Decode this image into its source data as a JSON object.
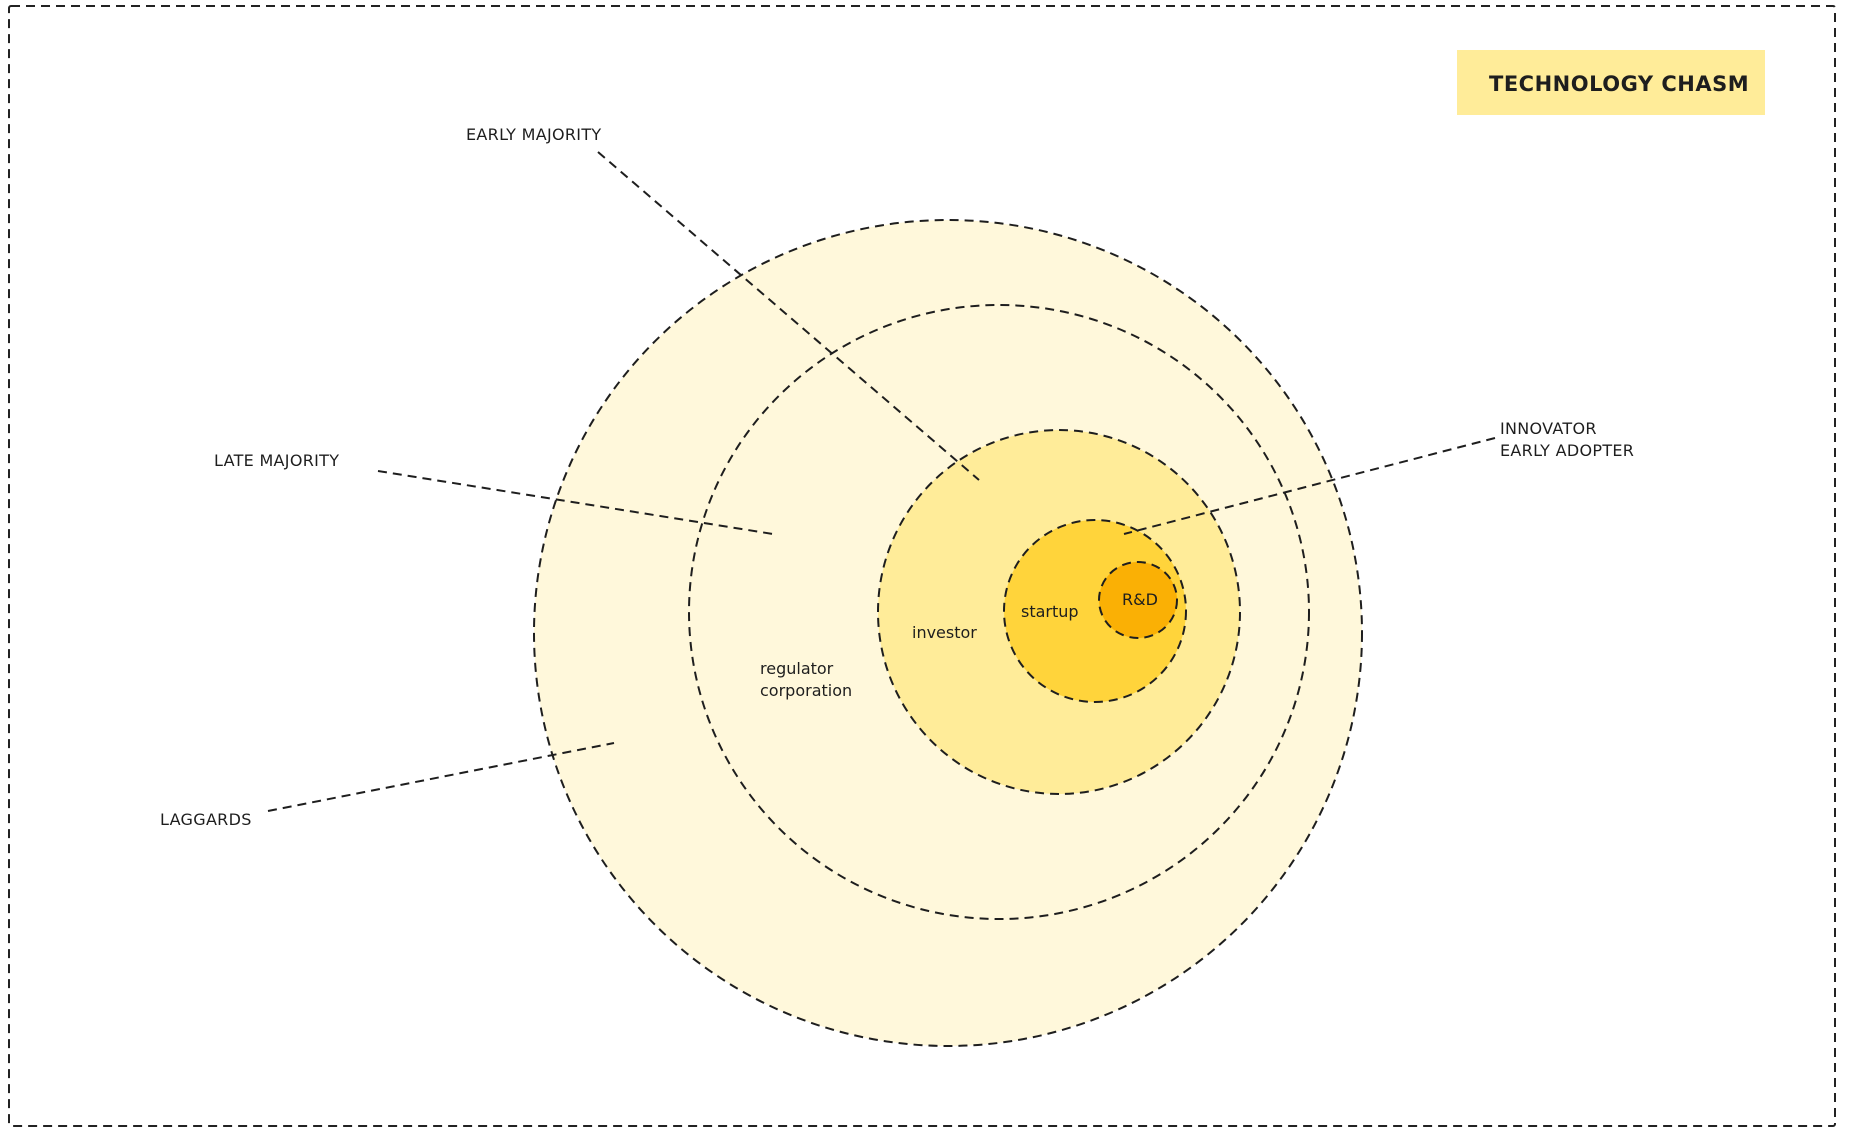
{
  "title": "TECHNOLOGY CHASM",
  "segments": {
    "laggards": "LAGGARDS",
    "late_majority": "LATE MAJORITY",
    "early_majority": "EARLY MAJORITY",
    "innovator": "INNOVATOR",
    "early_adopter": "EARLY ADOPTER"
  },
  "rings": {
    "regulator": "regulator",
    "corporation": "corporation",
    "investor": "investor",
    "startup": "startup",
    "rnd": "R&D"
  },
  "colors": {
    "outer_ring": "#fff8db",
    "middle_ring": "#fff8db",
    "investor_ring": "#ffec99",
    "startup_ring": "#ffd43b",
    "rnd_ring": "#fab005",
    "title_box": "#ffec99",
    "stroke": "#1e1e1e"
  }
}
